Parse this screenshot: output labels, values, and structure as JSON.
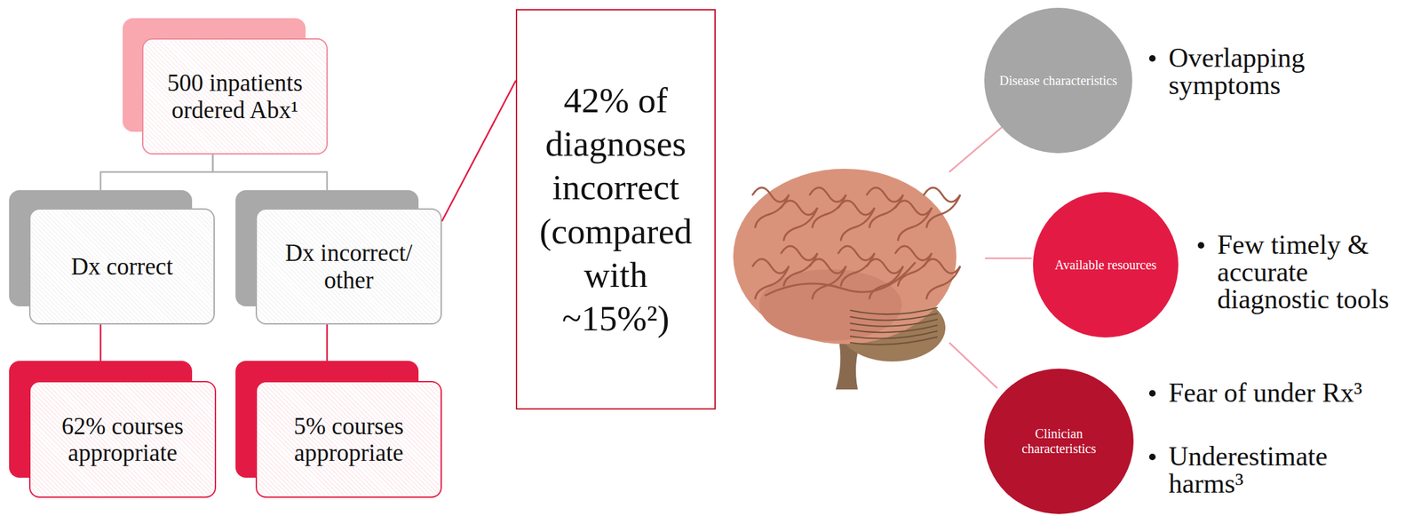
{
  "diagram": {
    "nodes": [
      {
        "text": [
          "500 inpatients ordered Abx¹"
        ]
      },
      {
        "text": [
          "Dx correct"
        ]
      },
      {
        "text": [
          "Dx incorrect/ other"
        ]
      },
      {
        "text": [
          "62% courses appropriate"
        ]
      },
      {
        "text": [
          "5% courses appropriate"
        ]
      },
      {
        "text": [
          "42% of diagnoses incorrect (compared with ~15%²)"
        ]
      },
      {
        "text": [
          "Disease characteristics"
        ]
      },
      {
        "text": [
          "Available resources"
        ]
      },
      {
        "text": [
          "Clinician characteristics"
        ]
      }
    ],
    "edges": [
      {
        "from": 0,
        "to": 1,
        "arrow": "none"
      },
      {
        "from": 0,
        "to": 2,
        "arrow": "none"
      },
      {
        "from": 1,
        "to": 3,
        "arrow": "none"
      },
      {
        "from": 2,
        "to": 4,
        "arrow": "none"
      },
      {
        "from": 2,
        "to": 5,
        "arrow": "none"
      }
    ],
    "labels": [
      "Overlapping symptoms",
      "Few timely & accurate diagnostic tools",
      "Fear of under Rx³",
      "Underestimate harms³"
    ]
  }
}
